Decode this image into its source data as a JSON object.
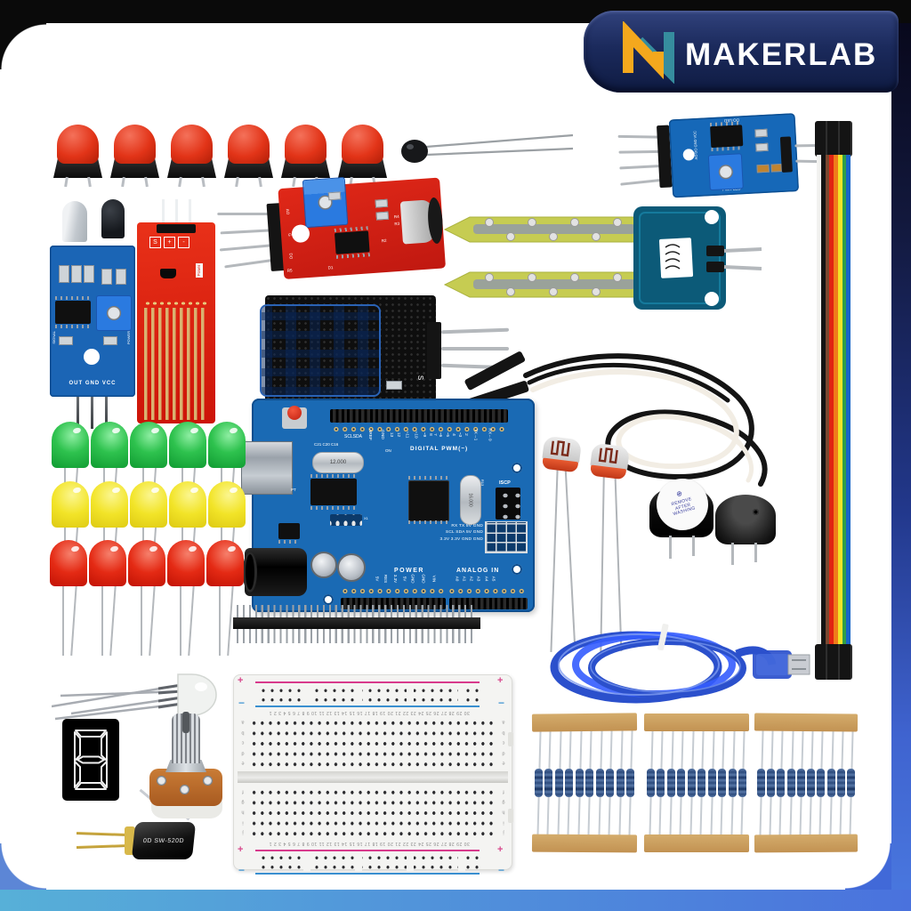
{
  "brand": {
    "name": "MAKERLAB",
    "banner_bg": "#1b2a5c",
    "logo_orange": "#f4a81d",
    "logo_teal": "#368d9e"
  },
  "frame": {
    "top_bar": "#0a0a0a",
    "side_bar_top": "#08081c",
    "side_bar_bottom": "#4a79e0",
    "bottom_bar_left": "#57b0d8",
    "bottom_bar_right": "#4a72dd"
  },
  "counts": {
    "push_buttons": 6,
    "leds_per_row": 5,
    "resistors_per_strip": 10
  },
  "modules": {
    "tracking": {
      "label_top": "DO-LED",
      "label_bottom": "PWR-LED",
      "label_side": "AO DO GND VCC"
    },
    "flame": {
      "signal": "SIGNAL",
      "power": "POWER",
      "pins": "OUT GND VCC"
    },
    "water": {
      "s": "S",
      "plus": "+",
      "minus": "-",
      "power": "Power"
    },
    "sound": {
      "ao": "AO",
      "g": "G",
      "do": "DO",
      "r5": "R5",
      "d1": "D1",
      "r2": "R2",
      "r4": "R4",
      "r3": "R3"
    },
    "dht11": {
      "s": "S"
    }
  },
  "arduino": {
    "scl_sda": "SCLSDA",
    "caps_label": "C21 C20 C16",
    "on": "ON",
    "pt": "PT",
    "x1": "X1",
    "digital_title": "DIGITAL PWM(~)",
    "digital_pins": [
      "AREF",
      "GND",
      "13",
      "12",
      "~11",
      "~10",
      "~9",
      "8",
      "7",
      "~6",
      "~5",
      "4",
      "~3",
      "2",
      "TX→1",
      "RX←0"
    ],
    "crystal_main": "12.000",
    "crystal_mcu": "16.000",
    "icsp": "ISCP",
    "r13": "R13",
    "io_rows": [
      "RX TX 5V GND",
      "SCL SDA 5V GND",
      "3.3V 3.3V GND GND"
    ],
    "power_title": "POWER",
    "analog_title": "ANALOG IN",
    "power_pins": [
      "5V",
      "RES",
      "3.3V",
      "5V",
      "GND",
      "GND",
      "VIN"
    ],
    "analog_pins": [
      "A0",
      "A1",
      "A2",
      "A3",
      "A4",
      "A5"
    ]
  },
  "buzzer": {
    "sticker": [
      "REMOVE",
      "AFTER",
      "WASHING"
    ],
    "logo_icon": "⊕"
  },
  "tilt_switch": {
    "label": "0D  SW-520D"
  },
  "seven_segment": {
    "digit": "8"
  },
  "breadboard": {
    "plus": "+",
    "minus": "−",
    "letters_top": [
      "a",
      "b",
      "c",
      "d",
      "e"
    ],
    "letters_bottom": [
      "f",
      "g",
      "h",
      "i",
      "j"
    ],
    "numbers": "30 29 28 27 26 25 24 23 22 21 20 19 18 17 16 15 14 13 12 11 10 9 8 7 6 5 4 3 2 1"
  }
}
